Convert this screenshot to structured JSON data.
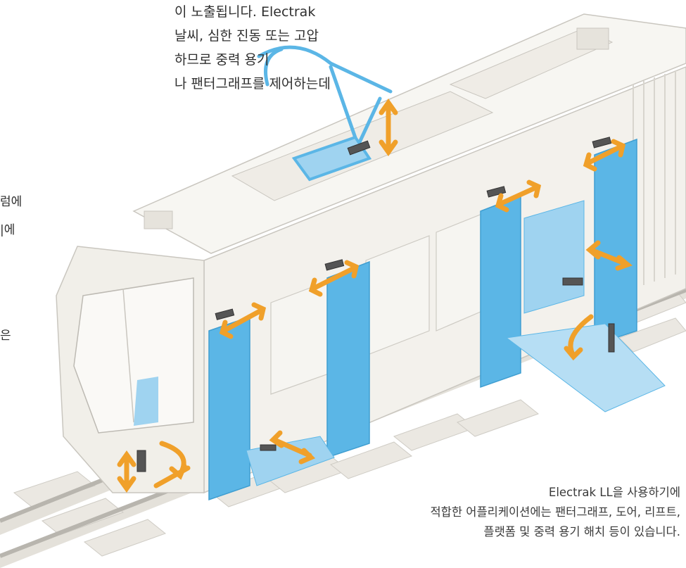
{
  "intro_lines": [
    "이 노출됩니다. Electrak",
    "날씨, 심한 진동 또는 고압",
    "하므로 중력 용기",
    "나 팬터그래프를 제어하는데"
  ],
  "side_fragments": [
    "럼에",
    "|에",
    "은"
  ],
  "caption_lines": [
    "Electrak LL을 사용하기에",
    "적합한 어플리케이션에는 팬터그래프, 도어, 리프트,",
    "플랫폼 및 중력 용기 해치 등이 있습니다."
  ],
  "colors": {
    "tram_body": "#f3f1ec",
    "tram_outline": "#c9c6bf",
    "door_blue": "#5bb6e6",
    "light_blue": "#9fd3f0",
    "arrow_orange": "#f0a02a",
    "rail_gray": "#b8b5ae"
  },
  "icons": [
    "pantograph-icon",
    "actuator-icon",
    "bidirectional-arrow-icon"
  ]
}
